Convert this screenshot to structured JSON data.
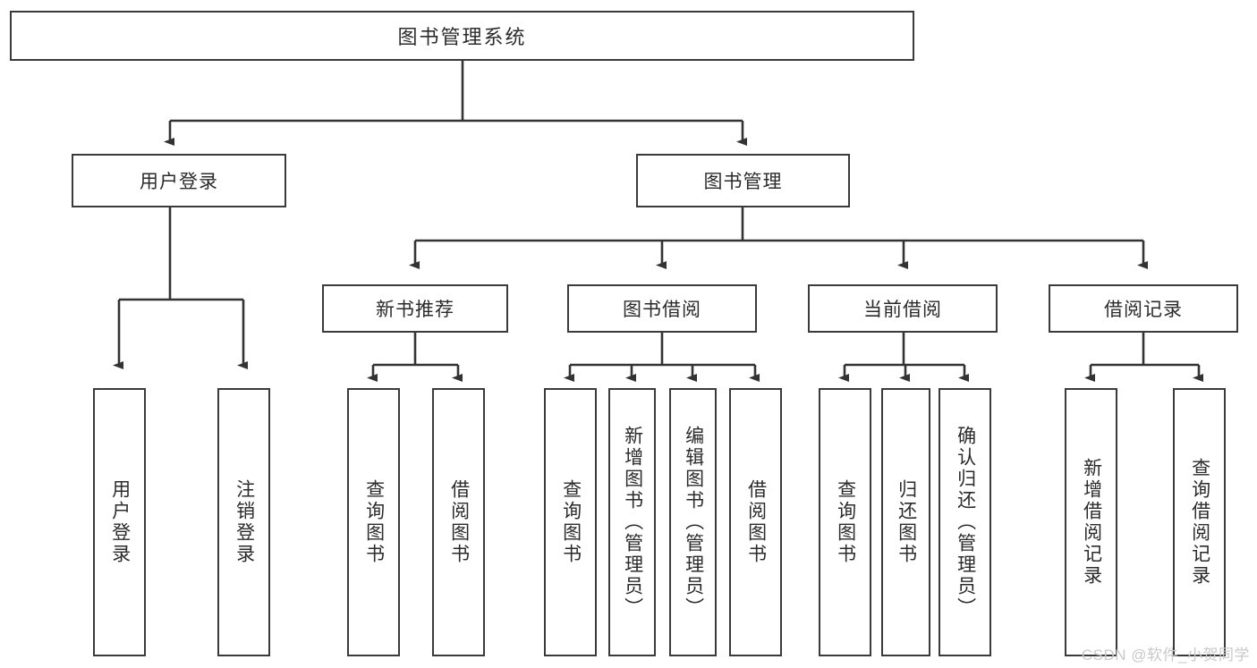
{
  "diagram": {
    "title": "图书管理系统",
    "type": "tree-hierarchy-diagram",
    "colors": {
      "box_border": "#3a3a3a",
      "box_fill": "#ffffff",
      "line": "#333333",
      "text": "#2b2b2b",
      "watermark": "#c9c9c9"
    },
    "root": {
      "label": "图书管理系统"
    },
    "level1": [
      {
        "label": "用户登录"
      },
      {
        "label": "图书管理"
      }
    ],
    "level2": [
      {
        "label": "新书推荐"
      },
      {
        "label": "图书借阅"
      },
      {
        "label": "当前借阅"
      },
      {
        "label": "借阅记录"
      }
    ],
    "leaves": {
      "user_login": [
        {
          "label": "用户登录"
        },
        {
          "label": "注销登录"
        }
      ],
      "new_book_recommend": [
        {
          "label": "查询图书"
        },
        {
          "label": "借阅图书"
        }
      ],
      "book_borrow": [
        {
          "label": "查询图书"
        },
        {
          "label": "新增图书（管理员）"
        },
        {
          "label": "编辑图书（管理员）"
        },
        {
          "label": "借阅图书"
        }
      ],
      "current_borrow": [
        {
          "label": "查询图书"
        },
        {
          "label": "归还图书"
        },
        {
          "label": "确认归还（管理员）"
        }
      ],
      "borrow_record": [
        {
          "label": "新增借阅记录"
        },
        {
          "label": "查询借阅记录"
        }
      ]
    },
    "watermark": "CSDN @软件_小贺同学"
  }
}
